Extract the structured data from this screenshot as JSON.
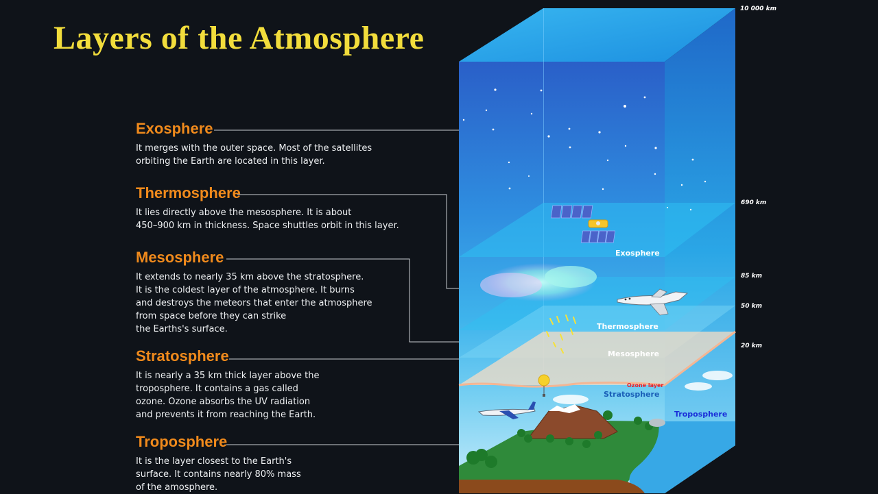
{
  "title": "Layers of the Atmosphere",
  "layers": [
    {
      "name": "Exosphere",
      "lines": [
        "It merges with the outer space.  Most of the satellites",
        "orbiting the Earth are located in this layer."
      ]
    },
    {
      "name": "Thermosphere",
      "lines": [
        "It lies directly above the mesosphere. It is about",
        "450–900 km in thickness. Space shuttles orbit in this layer."
      ]
    },
    {
      "name": "Mesosphere",
      "lines": [
        "It extends to nearly 35 km above the stratosphere.",
        "It is the coldest layer of the atmosphere. It burns",
        "and destroys the meteors that enter the atmosphere",
        "from space before they can strike",
        "the Earths's surface."
      ]
    },
    {
      "name": "Stratosphere",
      "lines": [
        "It is nearly a 35 km thick layer above the",
        "troposphere. It contains a gas called",
        "ozone. Ozone absorbs the UV radiation",
        "and prevents it from reaching the Earth."
      ]
    },
    {
      "name": "Troposphere",
      "lines": [
        "It is the layer closest to the Earth's",
        "surface. It contains nearly 80% mass",
        "of the amosphere."
      ]
    }
  ],
  "diagram": {
    "layer_labels": [
      "Exosphere",
      "Thermosphere",
      "Mesosphere",
      "Stratosphere",
      "Troposphere"
    ],
    "ozone_label": "Ozone layer",
    "altitudes": [
      "10 000 km",
      "690 km",
      "85 km",
      "50 km",
      "20 km"
    ]
  },
  "colors": {
    "background": "#0f1319",
    "title": "#f2dd3c",
    "heading": "#f08a1c",
    "body_text": "#eef0f2",
    "ozone_label": "#e8202a",
    "troposphere_label": "#1a2fd8"
  },
  "icons": [
    "satellite-icon",
    "space-shuttle-icon",
    "weather-balloon-icon",
    "airplane-icon",
    "volcano-icon",
    "tree-icon",
    "star-icon",
    "meteor-icon",
    "cloud-icon",
    "aurora-icon"
  ]
}
